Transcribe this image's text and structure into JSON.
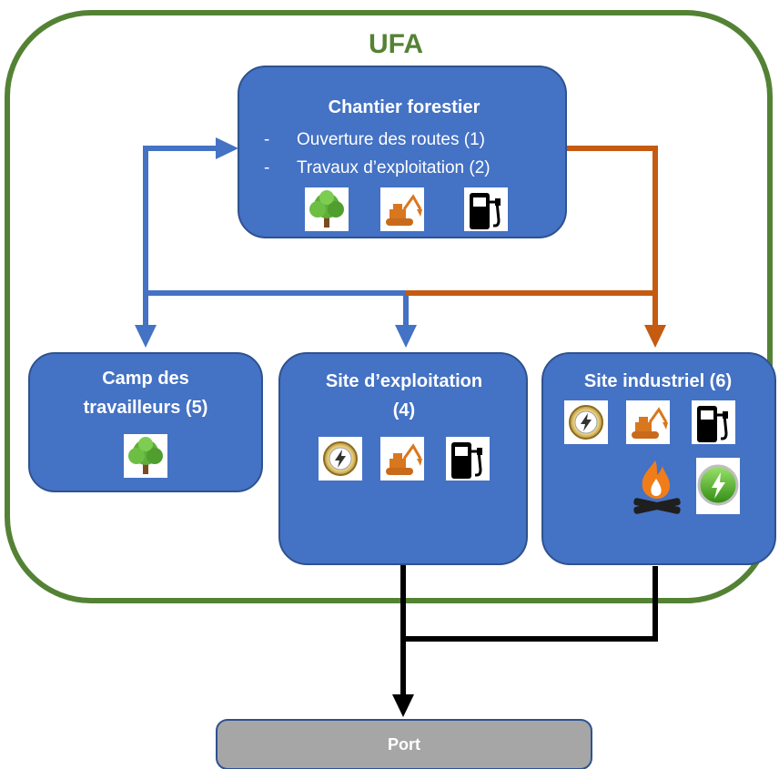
{
  "ufa_label": "UFA",
  "chantier": {
    "title": "Chantier forestier",
    "items": [
      {
        "dash": "-",
        "text": "Ouverture des routes (1)"
      },
      {
        "dash": "-",
        "text": "Travaux d’exploitation (2)"
      }
    ],
    "icons": [
      "tree-icon",
      "excavator-icon",
      "fuel-pump-icon"
    ]
  },
  "camp": {
    "title_lines": [
      "Camp des",
      "travailleurs (5)"
    ],
    "icons": [
      "tree-icon"
    ]
  },
  "site_exploitation": {
    "title_lines": [
      "Site d’exploitation",
      "(4)"
    ],
    "icons": [
      "electricity-meter-icon",
      "excavator-icon",
      "fuel-pump-icon"
    ]
  },
  "site_industriel": {
    "title_lines": [
      "Site industriel (6)"
    ],
    "icons": [
      "electricity-meter-icon",
      "excavator-icon",
      "fuel-pump-icon",
      "fire-icon",
      "green-power-icon"
    ]
  },
  "port": {
    "label": "Port"
  },
  "colors": {
    "ufa_border": "#548235",
    "ufa_label": "#548235",
    "box_fill": "#4472C4",
    "box_border": "#2F528F",
    "blue_arrow": "#4472C4",
    "orange_arrow": "#C55A11",
    "black_arrow": "#000000",
    "port_fill": "#A6A6A6",
    "port_border": "#2F528F"
  }
}
